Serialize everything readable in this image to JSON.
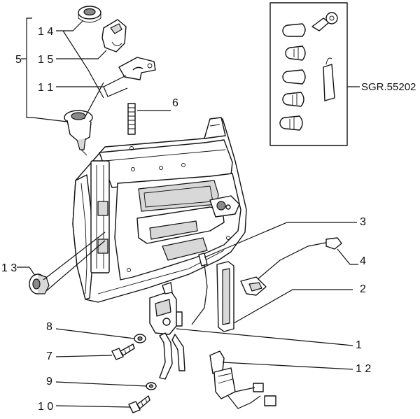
{
  "diagram": {
    "callouts": [
      {
        "id": "14",
        "text": "1 4"
      },
      {
        "id": "15",
        "text": "1 5"
      },
      {
        "id": "5",
        "text": "5"
      },
      {
        "id": "11",
        "text": "1 1"
      },
      {
        "id": "6",
        "text": "6"
      },
      {
        "id": "3",
        "text": "3"
      },
      {
        "id": "4",
        "text": "4"
      },
      {
        "id": "2",
        "text": "2"
      },
      {
        "id": "13",
        "text": "1 3"
      },
      {
        "id": "8",
        "text": "8"
      },
      {
        "id": "1",
        "text": "1"
      },
      {
        "id": "7",
        "text": "7"
      },
      {
        "id": "12",
        "text": "1 2"
      },
      {
        "id": "9",
        "text": "9"
      },
      {
        "id": "10",
        "text": "1 0"
      }
    ],
    "kit_box_label": "SGR.55202"
  }
}
